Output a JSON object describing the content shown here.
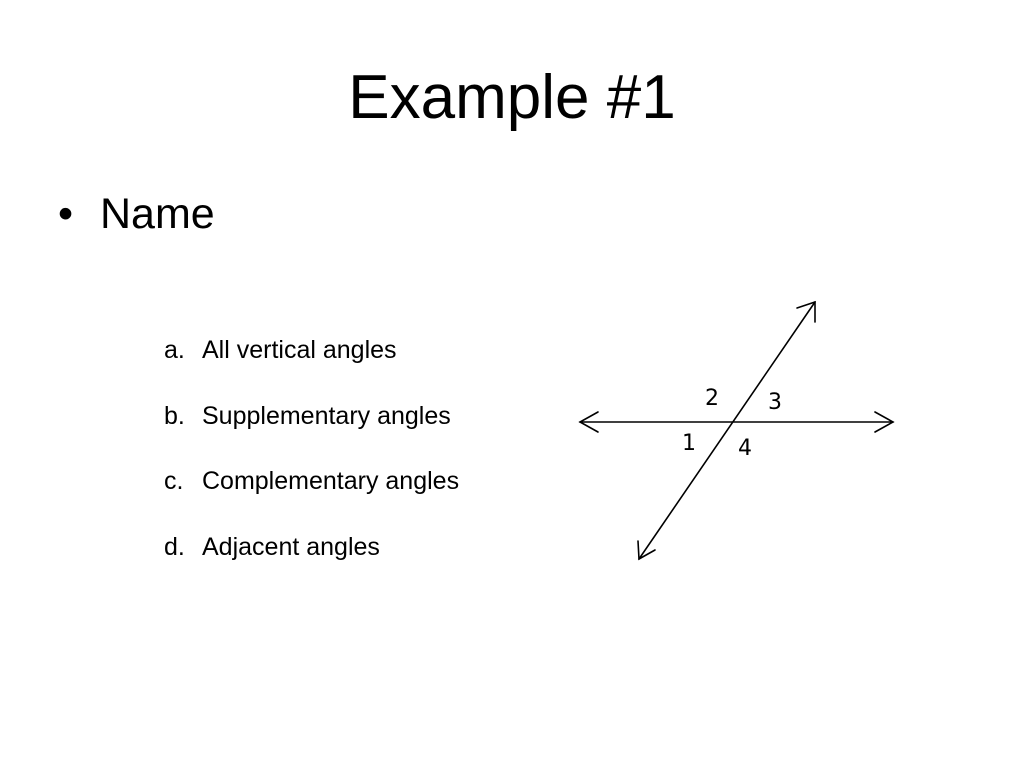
{
  "slide": {
    "title": "Example #1",
    "bullet_symbol": "•",
    "bullet_text": "Name"
  },
  "options": [
    {
      "letter": "a.",
      "text": "All vertical angles"
    },
    {
      "letter": "b.",
      "text": "Supplementary angles"
    },
    {
      "letter": "c.",
      "text": "Complementary angles"
    },
    {
      "letter": "d.",
      "text": "Adjacent angles"
    }
  ],
  "diagram": {
    "angle_labels": [
      "1",
      "2",
      "3",
      "4"
    ],
    "line_color": "#000000"
  }
}
